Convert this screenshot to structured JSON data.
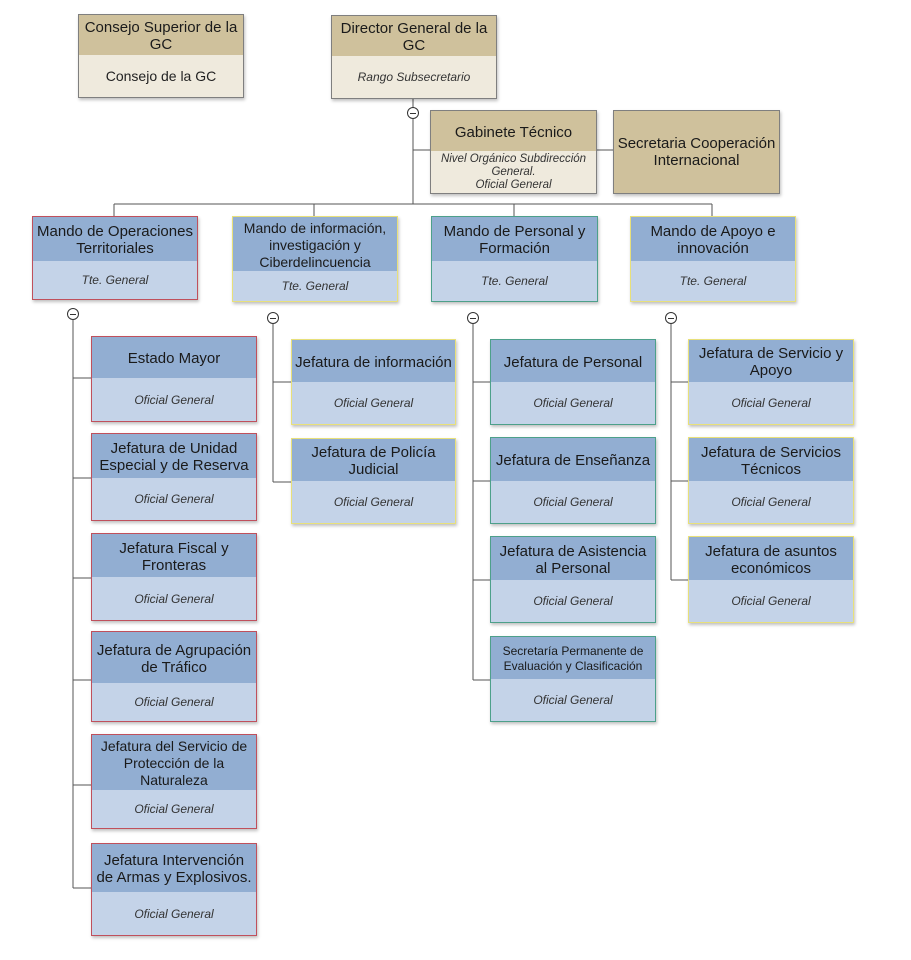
{
  "top": {
    "consejo": {
      "title": "Consejo Superior de la GC",
      "subtitle": "Consejo de la GC"
    },
    "director": {
      "title": "Director General de la GC",
      "subtitle": "Rango Subsecretario"
    },
    "gabinete": {
      "title": "Gabinete Técnico",
      "subtitle": "Nivel Orgánico Subdirección General.\nOficial General"
    },
    "secretaria": {
      "title": "Secretaria Cooperación Internacional"
    }
  },
  "mandos": [
    {
      "title": "Mando de Operaciones Territoriales",
      "subtitle": "Tte. General"
    },
    {
      "title": "Mando de información, investigación y Ciberdelincuencia",
      "subtitle": "Tte. General"
    },
    {
      "title": "Mando de Personal y Formación",
      "subtitle": "Tte. General"
    },
    {
      "title": "Mando de Apoyo e innovación",
      "subtitle": "Tte. General"
    }
  ],
  "operaciones": [
    {
      "title": "Estado Mayor",
      "subtitle": "Oficial General"
    },
    {
      "title": "Jefatura de Unidad Especial y de Reserva",
      "subtitle": "Oficial General"
    },
    {
      "title": "Jefatura Fiscal y Fronteras",
      "subtitle": "Oficial General"
    },
    {
      "title": "Jefatura de Agrupación de Tráfico",
      "subtitle": "Oficial General"
    },
    {
      "title": "Jefatura del Servicio de Protección de la Naturaleza",
      "subtitle": "Oficial General"
    },
    {
      "title": "Jefatura Intervención de Armas y Explosivos.",
      "subtitle": "Oficial General"
    }
  ],
  "informacion": [
    {
      "title": "Jefatura de información",
      "subtitle": "Oficial General"
    },
    {
      "title": "Jefatura de Policía Judicial",
      "subtitle": "Oficial General"
    }
  ],
  "personal": [
    {
      "title": "Jefatura de Personal",
      "subtitle": "Oficial General"
    },
    {
      "title": "Jefatura de Enseñanza",
      "subtitle": "Oficial General"
    },
    {
      "title": "Jefatura de Asistencia al Personal",
      "subtitle": "Oficial General"
    },
    {
      "title": "Secretaría Permanente de Evaluación y Clasificación",
      "subtitle": "Oficial General"
    }
  ],
  "apoyo": [
    {
      "title": "Jefatura de Servicio y Apoyo",
      "subtitle": "Oficial General"
    },
    {
      "title": "Jefatura de Servicios Técnicos",
      "subtitle": "Oficial General"
    },
    {
      "title": "Jefatura de asuntos económicos",
      "subtitle": "Oficial General"
    }
  ],
  "colors": {
    "tan": "#cfc19c",
    "tan_light": "#efeadd",
    "blue": "#92aed2",
    "blue_light": "#c4d3e8",
    "red_border": "#c0505c",
    "yellow_border": "#e8e07a",
    "green_border": "#4da08a"
  }
}
